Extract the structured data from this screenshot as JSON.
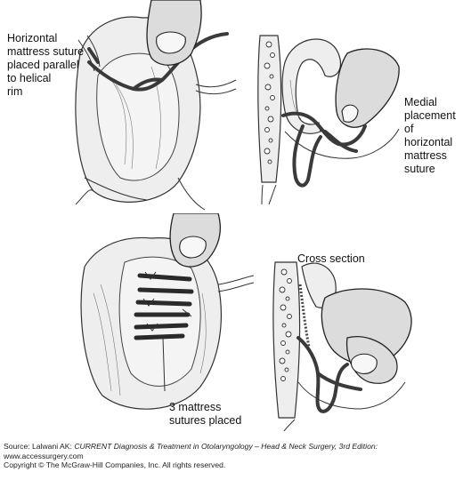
{
  "labels": {
    "top_left": "Horizontal\nmattress suture\nplaced parallel\nto helical\nrim",
    "top_right": "Medial\nplacement of\nhorizontal\nmattress\nsuture",
    "cross_section": "Cross section",
    "bottom_left": "3 mattress\nsutures placed"
  },
  "footer": {
    "source_prefix": "Source: Lalwani AK: ",
    "source_title": "CURRENT Diagnosis & Treatment in Otolaryngology – Head & Neck Surgery, 3rd Edition:",
    "website": "www.accessurgery.com",
    "copyright": "Copyright © The McGraw-Hill Companies, Inc. All rights reserved."
  }
}
